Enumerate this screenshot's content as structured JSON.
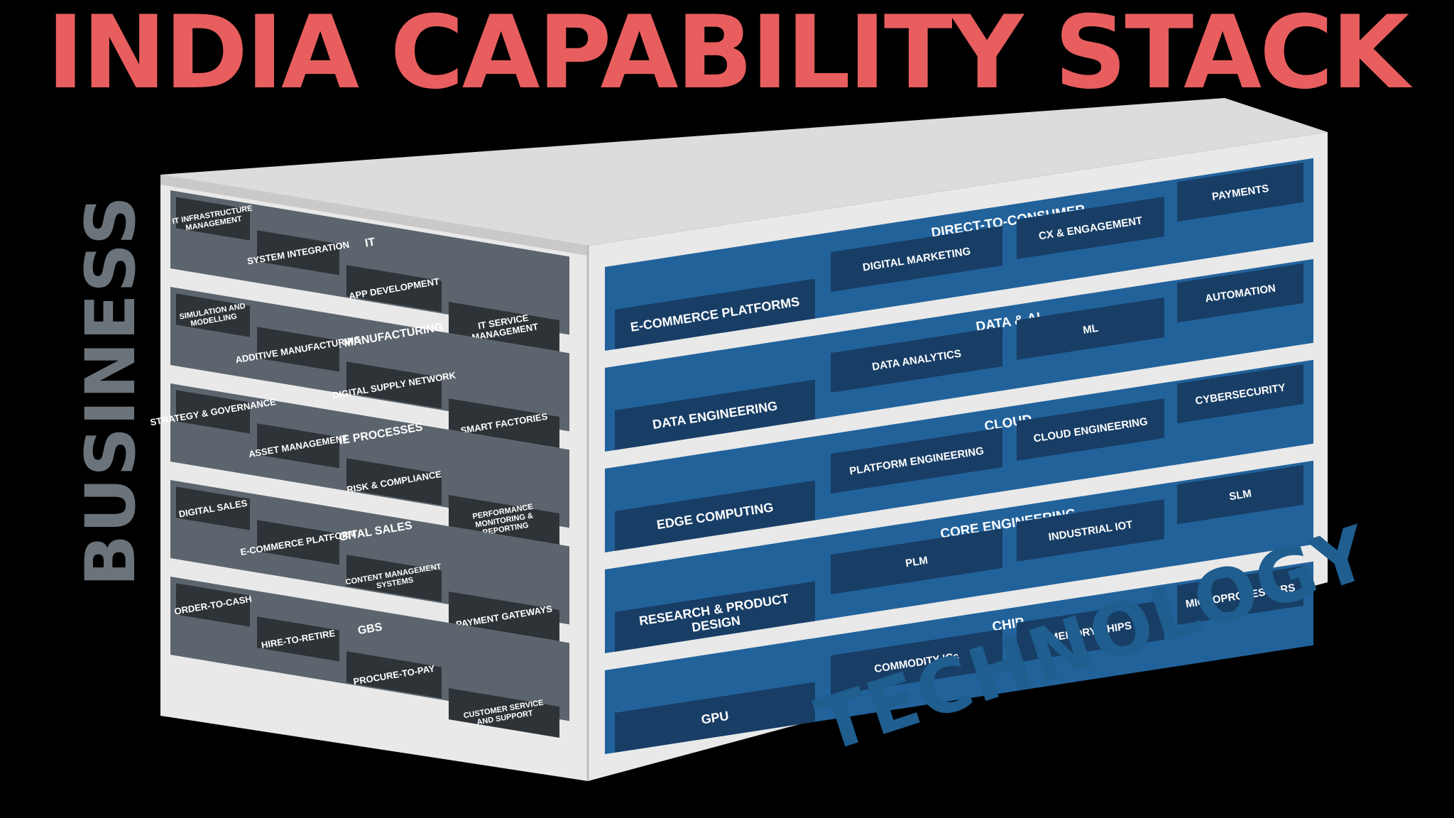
{
  "title": "INDIA CAPABILITY STACK",
  "side_labels": {
    "business": "BUSINESS",
    "technology": "TECHNOLOGY"
  },
  "colors": {
    "title": "#e85e5e",
    "business_label": "#6b747b",
    "technology_label": "#1f5e8f",
    "business_panel": "#5c656d",
    "business_tile": "#2e3338",
    "technology_panel": "#22629b",
    "technology_tile": "#183e66",
    "box_top": "#dcdcdc",
    "box_side": "#e9e9e9"
  },
  "business_layers": [
    {
      "name": "IT",
      "items": [
        "IT INFRASTRUCTURE MANAGEMENT",
        "SYSTEM INTEGRATION",
        "APP DEVELOPMENT",
        "IT SERVICE MANAGEMENT"
      ]
    },
    {
      "name": "DIGITAL MANUFACTURING",
      "items": [
        "SIMULATION AND MODELLING",
        "ADDITIVE MANUFACTURING",
        "DIGITAL SUPPLY NETWORK",
        "SMART FACTORIES"
      ]
    },
    {
      "name": "CORE PROCESSES",
      "items": [
        "STRATEGY & GOVERNANCE",
        "ASSET MANAGEMENT",
        "RISK & COMPLIANCE",
        "PERFORMANCE MONITORING & REPORTING"
      ]
    },
    {
      "name": "DIGITAL SALES",
      "items": [
        "DIGITAL SALES",
        "E-COMMERCE PLATFORM",
        "CONTENT MANAGEMENT SYSTEMS",
        "PAYMENT GATEWAYS"
      ]
    },
    {
      "name": "GBS",
      "items": [
        "ORDER-TO-CASH",
        "HIRE-TO-RETIRE",
        "PROCURE-TO-PAY",
        "CUSTOMER SERVICE AND SUPPORT"
      ]
    }
  ],
  "technology_layers": [
    {
      "name": "DIRECT-TO-CONSUMER",
      "items": [
        "E-COMMERCE PLATFORMS",
        "DIGITAL MARKETING",
        "CX & ENGAGEMENT",
        "PAYMENTS"
      ]
    },
    {
      "name": "DATA & AI",
      "items": [
        "DATA ENGINEERING",
        "DATA ANALYTICS",
        "ML",
        "AUTOMATION"
      ]
    },
    {
      "name": "CLOUD",
      "items": [
        "EDGE COMPUTING",
        "PLATFORM ENGINEERING",
        "CLOUD ENGINEERING",
        "CYBERSECURITY"
      ]
    },
    {
      "name": "CORE ENGINEERING",
      "items": [
        "RESEARCH & PRODUCT DESIGN",
        "PLM",
        "INDUSTRIAL IOT",
        "SLM"
      ]
    },
    {
      "name": "CHIP",
      "items": [
        "GPU",
        "COMMODITY ICs",
        "MEMORY CHIPS",
        "MICROPROCESSORS"
      ]
    }
  ]
}
